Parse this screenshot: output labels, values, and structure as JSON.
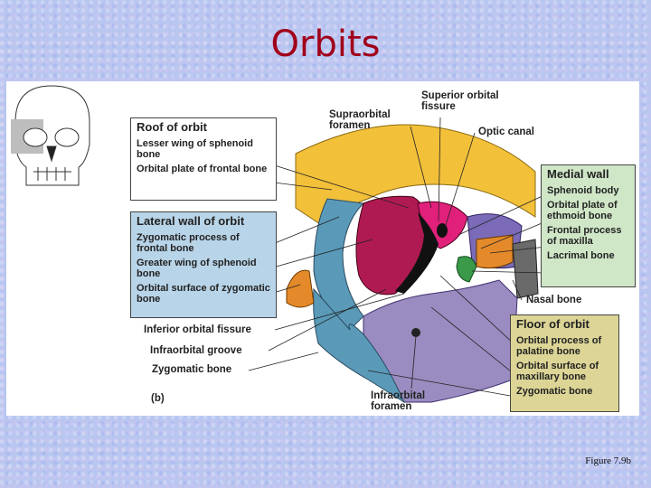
{
  "slide": {
    "title": "Orbits",
    "caption": "Figure 7.9b"
  },
  "figure": {
    "panel_letter": "(b)",
    "roof": {
      "title": "Roof of orbit",
      "items": [
        "Lesser wing of sphenoid bone",
        "Orbital plate of frontal bone"
      ]
    },
    "lateral": {
      "title": "Lateral wall of orbit",
      "items": [
        "Zygomatic process of frontal bone",
        "Greater wing of sphenoid bone",
        "Orbital surface of zygomatic bone"
      ]
    },
    "medial": {
      "title": "Medial wall",
      "items": [
        "Sphenoid body",
        "Orbital plate of ethmoid bone",
        "Frontal process of maxilla",
        "Lacrimal bone"
      ]
    },
    "floor": {
      "title": "Floor of orbit",
      "items": [
        "Orbital process of palatine bone",
        "Orbital surface of maxillary bone",
        "Zygomatic bone"
      ]
    },
    "labels": {
      "supraorbital_foramen": "Supraorbital foramen",
      "superior_orbital_fissure": "Superior orbital fissure",
      "optic_canal": "Optic canal",
      "nasal_bone": "Nasal bone",
      "inferior_orbital_fissure": "Inferior orbital fissure",
      "infraorbital_groove": "Infraorbital groove",
      "zygomatic_bone": "Zygomatic bone",
      "infraorbital_foramen": "Infraorbital foramen"
    },
    "colors": {
      "frontal": "#f3c03a",
      "sphenoid": "#e0207a",
      "sphenoid_greater_wing": "#b01a52",
      "zygomatic": "#5a9ab8",
      "maxilla": "#9a8cc0",
      "ethmoid": "#7a6ab8",
      "lacrimal": "#3a9a4a",
      "nasal": "#6a6a6a",
      "palatine": "#e48a2a"
    }
  }
}
